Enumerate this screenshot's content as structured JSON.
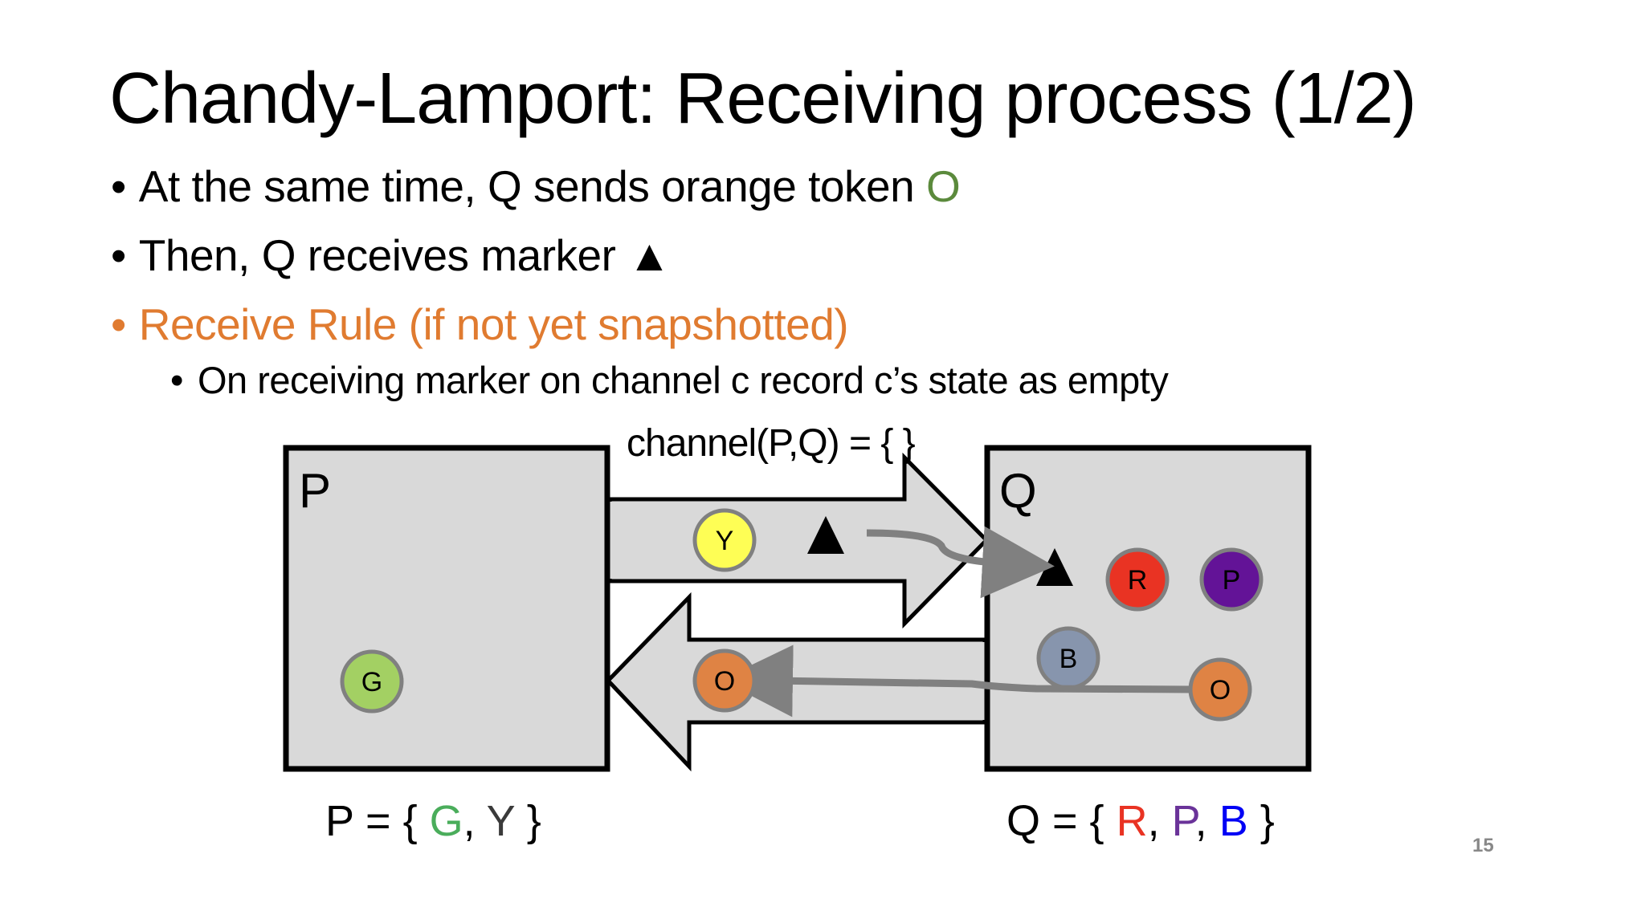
{
  "slide": {
    "title": "Chandy-Lamport: Receiving process (1/2)",
    "page_number": "15",
    "bullets": [
      {
        "marker": "•",
        "text": "At the same time, Q sends orange token ",
        "suffix": "O",
        "suffix_color": "#5b8a3c",
        "color": "#000000",
        "level": 1
      },
      {
        "marker": "•",
        "text": "Then, Q receives marker ",
        "suffix": "▲",
        "color": "#000000",
        "level": 1
      },
      {
        "marker": "•",
        "text": "Receive Rule (if not yet snapshotted)",
        "color": "#e07b30",
        "level": 1
      },
      {
        "marker": "•",
        "text": "On receiving marker on channel c record c’s state as empty",
        "color": "#000000",
        "level": 2
      }
    ]
  },
  "diagram": {
    "channel_label": "channel(P,Q) = { }",
    "processes": [
      {
        "id": "P",
        "label": "P"
      },
      {
        "id": "Q",
        "label": "Q"
      }
    ],
    "channels": [
      {
        "from": "P",
        "to": "Q",
        "direction": "right",
        "contents": [
          "Y",
          "marker"
        ]
      },
      {
        "from": "Q",
        "to": "P",
        "direction": "left",
        "contents": [
          "O"
        ]
      }
    ],
    "tokens": [
      {
        "label": "G",
        "location": "P",
        "color": "#a3d063"
      },
      {
        "label": "Y",
        "location": "channel P→Q",
        "color": "#fefe55"
      },
      {
        "label": "R",
        "location": "Q",
        "color": "#e93323"
      },
      {
        "label": "P",
        "location": "Q",
        "color": "#631397"
      },
      {
        "label": "B",
        "location": "Q",
        "color": "#8795ad"
      },
      {
        "label": "O",
        "location": "Q",
        "color": "#df8344"
      },
      {
        "label": "O",
        "location": "channel Q→P",
        "color": "#df8344"
      }
    ],
    "markers": [
      {
        "symbol": "▲",
        "location": "channel P→Q"
      },
      {
        "symbol": "▲",
        "location": "Q"
      }
    ],
    "movement_arrows": [
      {
        "description": "marker moves from channel P→Q into Q"
      },
      {
        "description": "orange token O moves from Q into channel Q→P"
      }
    ],
    "colors": {
      "box_fill": "#d9d9d9",
      "box_stroke": "#000000",
      "token_stroke": "#808080",
      "move_arrow": "#808080"
    }
  },
  "snapshots": {
    "P": {
      "prefix": "P = { ",
      "items": [
        {
          "text": "G",
          "color": "#4aad5b"
        },
        {
          "text": "Y",
          "color": "#3a3a3a"
        }
      ],
      "suffix": " }"
    },
    "Q": {
      "prefix": "Q = { ",
      "items": [
        {
          "text": "R",
          "color": "#e93323"
        },
        {
          "text": "P",
          "color": "#6a3399"
        },
        {
          "text": "B",
          "color": "#0000f5"
        }
      ],
      "suffix": " }"
    }
  }
}
